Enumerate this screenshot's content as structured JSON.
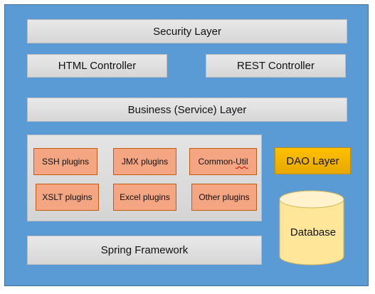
{
  "layers": {
    "security": "Security Layer",
    "html_controller": "HTML Controller",
    "rest_controller": "REST Controller",
    "business": "Business (Service) Layer",
    "spring": "Spring Framework",
    "dao": "DAO Layer",
    "database": "Database"
  },
  "plugins": [
    "SSH plugins",
    "JMX plugins",
    "Common-",
    "Util",
    "XSLT plugins",
    "Excel plugins",
    "Other plugins"
  ],
  "colors": {
    "background": "#5b9bd5",
    "layer_box": "#dcdcdc",
    "plugin_box": "#f4a582",
    "plugin_border": "#c55a11",
    "dao_box": "#ffc000",
    "database": "#ffe699"
  }
}
